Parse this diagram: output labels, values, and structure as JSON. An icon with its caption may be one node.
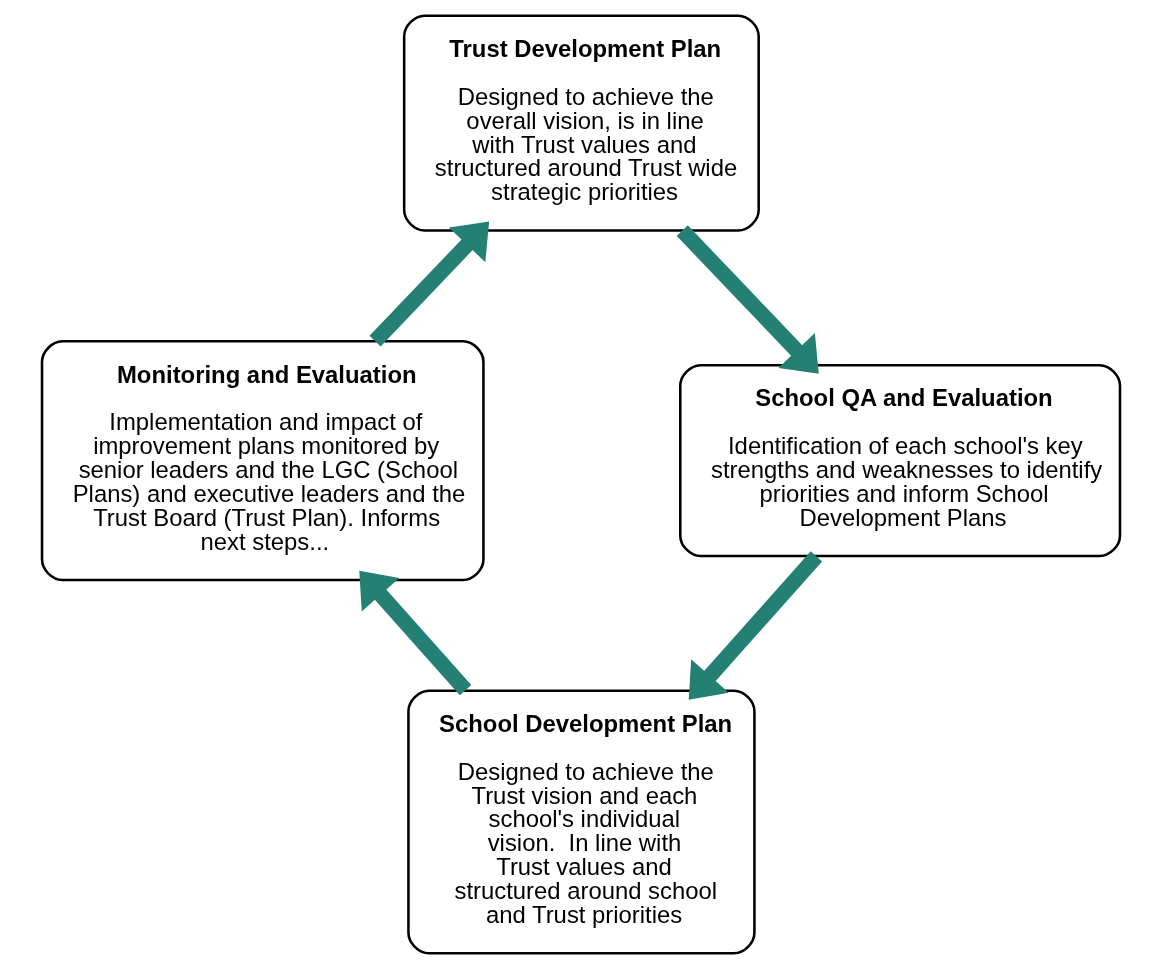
{
  "diagram": {
    "nodes": [
      {
        "text": [
          "Trust Development Plan",
          "Designed to achieve the overall vision, is in line with Trust values and structured around Trust wide strategic priorities"
        ]
      },
      {
        "text": [
          "School QA and Evaluation",
          "Identification of each school's key strengths and weaknesses to identify priorities and inform School Development Plans"
        ]
      },
      {
        "text": [
          "School Development Plan",
          "Designed to achieve the Trust vision and each school's individual vision.  In line with Trust values and structured around school and Trust priorities"
        ]
      },
      {
        "text": [
          "Monitoring and Evaluation",
          "Implementation and impact of improvement plans monitored by senior leaders and the LGC (School Plans) and executive leaders and the Trust Board (Trust Plan). Informs next steps..."
        ]
      }
    ],
    "edges": [
      {
        "from": 0,
        "to": 1,
        "arrow": "to"
      },
      {
        "from": 1,
        "to": 2,
        "arrow": "to"
      },
      {
        "from": 2,
        "to": 3,
        "arrow": "to"
      },
      {
        "from": 3,
        "to": 0,
        "arrow": "to"
      }
    ]
  }
}
